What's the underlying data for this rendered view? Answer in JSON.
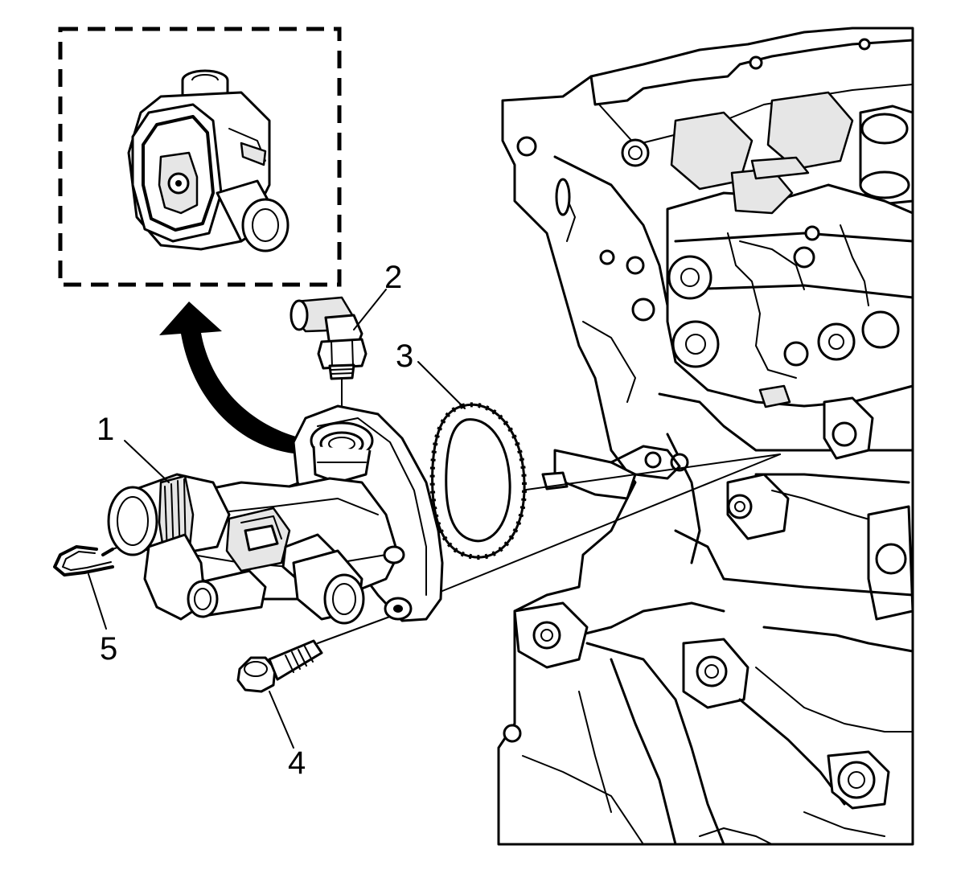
{
  "callouts": [
    {
      "id": "1",
      "label": "1"
    },
    {
      "id": "2",
      "label": "2"
    },
    {
      "id": "3",
      "label": "3"
    },
    {
      "id": "4",
      "label": "4"
    },
    {
      "id": "5",
      "label": "5"
    }
  ],
  "colors": {
    "line": "#000000",
    "background": "#ffffff",
    "shade": "#e6e6e6"
  }
}
